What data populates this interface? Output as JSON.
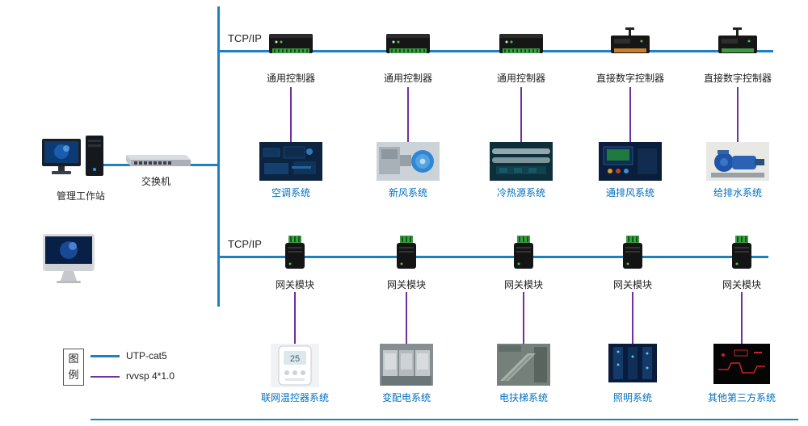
{
  "colors": {
    "utp_line": "#1e7fc2",
    "rvvsp_line": "#7030a0",
    "system_label": "#0070c0",
    "text": "#222222"
  },
  "network": {
    "tcpip_top": "TCP/IP",
    "tcpip_bottom": "TCP/IP"
  },
  "left": {
    "workstation_label": "管理工作站",
    "switch_label": "交换机"
  },
  "legend": {
    "title": "图 例",
    "items": [
      {
        "label": "UTP-cat5",
        "color": "#1e7fc2"
      },
      {
        "label": "rvvsp 4*1.0",
        "color": "#7030a0"
      }
    ]
  },
  "top_row": [
    {
      "controller": "通用控制器",
      "system": "空调系统"
    },
    {
      "controller": "通用控制器",
      "system": "新风系统"
    },
    {
      "controller": "通用控制器",
      "system": "冷热源系统"
    },
    {
      "controller": "直接数字控制器",
      "system": "通排风系统"
    },
    {
      "controller": "直接数字控制器",
      "system": "给排水系统"
    }
  ],
  "bottom_row": [
    {
      "controller": "网关模块",
      "system": "联网温控器系统"
    },
    {
      "controller": "网关模块",
      "system": "变配电系统"
    },
    {
      "controller": "网关模块",
      "system": "电扶梯系统"
    },
    {
      "controller": "网关模块",
      "system": "照明系统"
    },
    {
      "controller": "网关模块",
      "system": "其他第三方系统"
    }
  ],
  "thermostat_reading": "25"
}
